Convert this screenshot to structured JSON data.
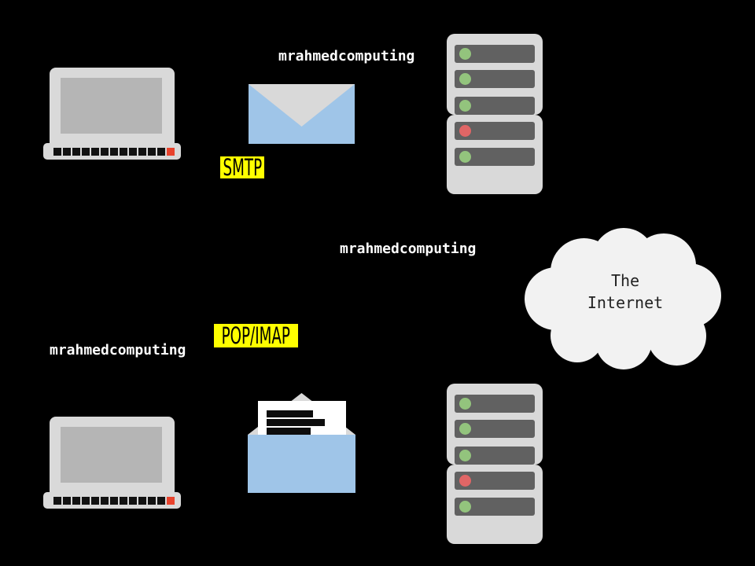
{
  "diagram": {
    "background": "#000000",
    "send_flow": {
      "watermark": "mrahmedcomputing",
      "protocol_label": "SMTP"
    },
    "relay": {
      "watermark": "mrahmedcomputing",
      "cloud_line1": "The",
      "cloud_line2": "Internet"
    },
    "receive_flow": {
      "watermark": "mrahmedcomputing",
      "protocol_label": "POP/IMAP"
    },
    "servers": {
      "outgoing": {
        "leds": [
          "green",
          "green",
          "green",
          "red",
          "green"
        ]
      },
      "incoming": {
        "leds": [
          "green",
          "green",
          "green",
          "red",
          "green"
        ]
      }
    },
    "icons": [
      "sender-laptop-icon",
      "sealed-email-icon",
      "outgoing-mail-server-icon",
      "internet-cloud-icon",
      "receiver-laptop-icon",
      "open-email-icon",
      "incoming-mail-server-icon"
    ],
    "colors": {
      "highlight_yellow": "#ffff00",
      "envelope_blue": "#9fc5e8",
      "flap_gray": "#d9d9d9",
      "device_body_gray": "#d9d9d9",
      "screen_gray": "#b5b5b5",
      "server_bay_gray": "#616161",
      "led_green": "#93c47d",
      "led_red": "#e06666",
      "laptop_key_black": "#121212",
      "laptop_key_red": "#e8432d",
      "cloud_white": "#f2f2f2",
      "watermark_white": "#ffffff",
      "cloud_text_black": "#222222"
    }
  }
}
